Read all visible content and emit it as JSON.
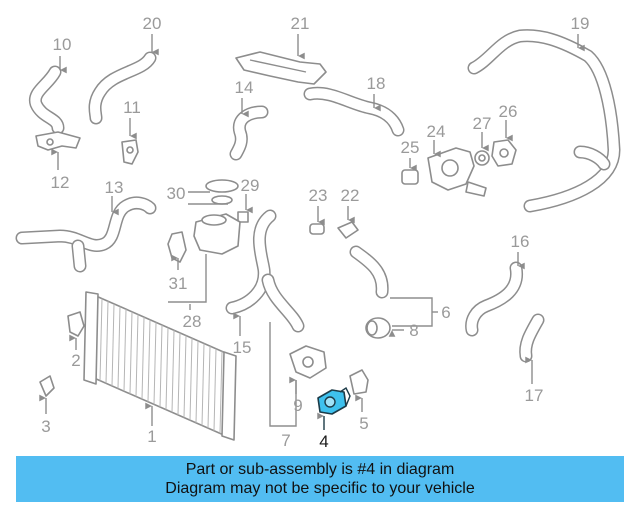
{
  "diagram": {
    "labels": {
      "l1": "1",
      "l2": "2",
      "l3": "3",
      "l4": "4",
      "l5": "5",
      "l6": "6",
      "l7": "7",
      "l8": "8",
      "l9": "9",
      "l10": "10",
      "l11": "11",
      "l12": "12",
      "l13": "13",
      "l14": "14",
      "l15": "15",
      "l16": "16",
      "l17": "17",
      "l18": "18",
      "l19": "19",
      "l20": "20",
      "l21": "21",
      "l22": "22",
      "l23": "23",
      "l24": "24",
      "l25": "25",
      "l26": "26",
      "l27": "27",
      "l28": "28",
      "l29": "29",
      "l30": "30",
      "l31": "31"
    },
    "highlight_color": "#3ec1ee",
    "line_color": "#8d8d8d"
  },
  "banner": {
    "line1": "Part or sub-assembly is #4 in diagram",
    "line2": "Diagram may not be specific to your vehicle",
    "background": "#52bdf2"
  }
}
